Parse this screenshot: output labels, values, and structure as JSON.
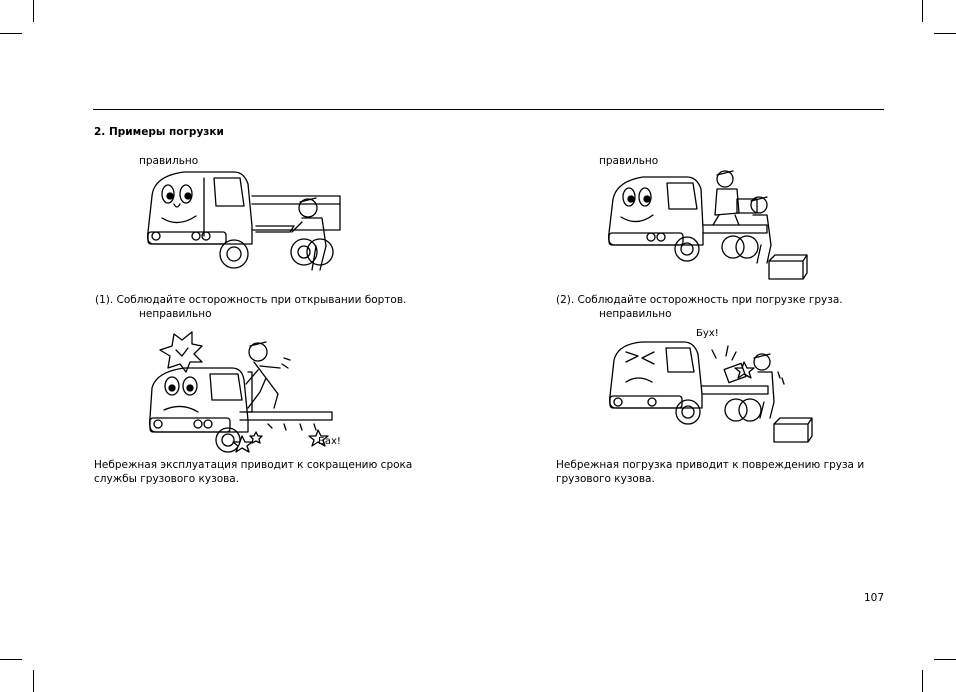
{
  "section_title": "2. Примеры погрузки",
  "left": {
    "correct_label": "правильно",
    "caption": "(1).  Соблюдайте осторожность при открывании бортов.",
    "incorrect_label": "неправильно",
    "sound_effect": "Бах!",
    "note_line1": "Небрежная эксплуатация приводит к сокращению срока",
    "note_line2": "службы грузового кузова."
  },
  "right": {
    "correct_label": "правильно",
    "caption": "(2).  Соблюдайте осторожность при погрузке груза.",
    "incorrect_label": "неправильно",
    "sound_effect": "Бух!",
    "note_line1": "Небрежная погрузка приводит к повреждению груза и",
    "note_line2": "грузового кузова."
  },
  "page_number": "107"
}
